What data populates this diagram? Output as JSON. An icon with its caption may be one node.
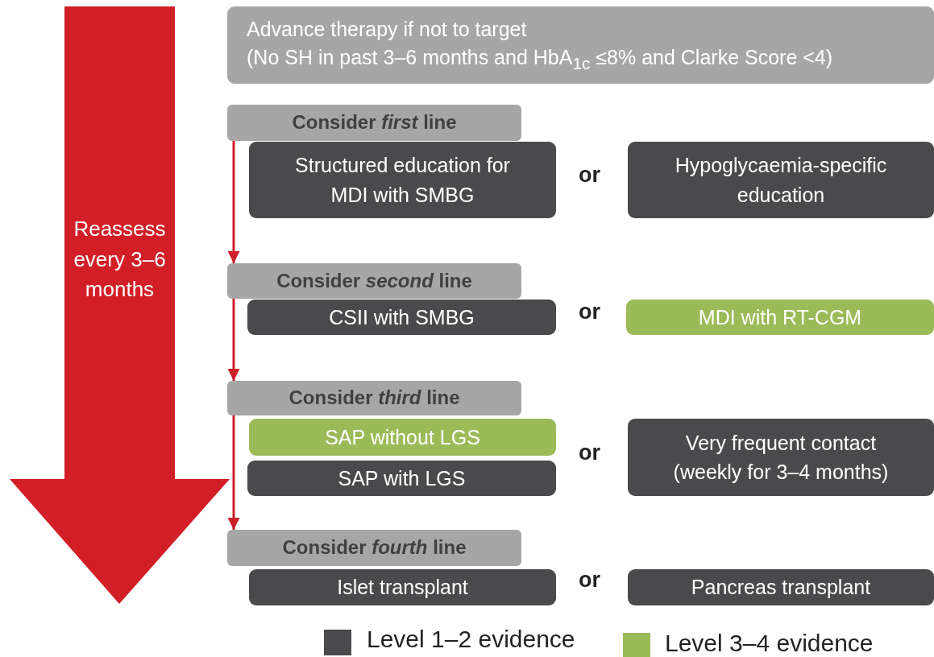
{
  "diagram": {
    "nodes": [
      {
        "text": [
          "Reassess every 3–6 months"
        ]
      },
      {
        "text": [
          "Advance therapy if not to target",
          "(No SH in past 3–6 months and HbA$_{1c}$ ≤8% and Clarke Score <4)"
        ]
      },
      {
        "text": [
          "Consider *first* line"
        ]
      },
      {
        "text": [
          "Structured education for MDI with SMBG"
        ]
      },
      {
        "text": [
          "Hypoglycaemia-specific education"
        ]
      },
      {
        "text": [
          "Consider *second* line"
        ]
      },
      {
        "text": [
          "CSII with SMBG"
        ]
      },
      {
        "text": [
          "MDI with RT-CGM"
        ]
      },
      {
        "text": [
          "Consider *third* line"
        ]
      },
      {
        "text": [
          "SAP without LGS"
        ]
      },
      {
        "text": [
          "SAP with LGS"
        ]
      },
      {
        "text": [
          "Very frequent contact (weekly for 3–4 months)"
        ]
      },
      {
        "text": [
          "Consider *fourth* line"
        ]
      },
      {
        "text": [
          "Islet transplant"
        ]
      },
      {
        "text": [
          "Pancreas transplant"
        ]
      }
    ],
    "edges": [
      {
        "from": 2,
        "to": 5,
        "arrow": "to"
      },
      {
        "from": 5,
        "to": 8,
        "arrow": "to"
      },
      {
        "from": 8,
        "to": 12,
        "arrow": "to"
      }
    ],
    "labels": [
      "or",
      "or",
      "or",
      "or"
    ],
    "legend": [
      {
        "text": "Level 1–2 evidence",
        "color": "#4a4a4c"
      },
      {
        "text": "Level 3–4 evidence",
        "color": "#9bbb59"
      }
    ]
  }
}
